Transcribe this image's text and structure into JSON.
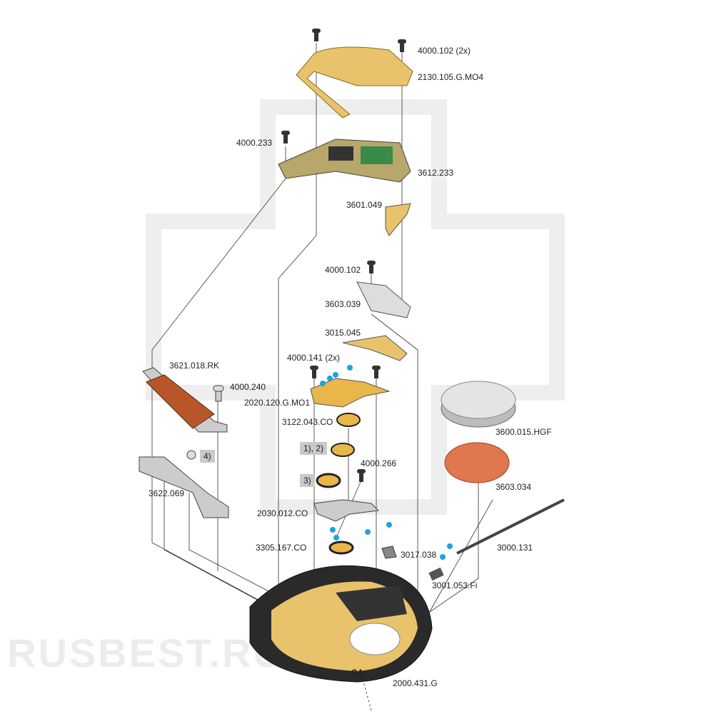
{
  "watermark": "RUSBEST.RU",
  "labels": {
    "screw_top": "4000.102 (2x)",
    "bridge": "2130.105.G.MO4",
    "screw_module": "4000.233",
    "module": "3612.233",
    "contact_spring": "3601.049",
    "screw_mid": "4000.102",
    "part_3603": "3603.039",
    "lever": "3015.045",
    "coil": "3621.018.RK",
    "screws_wheel_bridge": "4000.141 (2x)",
    "screw_coil": "4000.240",
    "wheel_bridge": "2020.120.G.MO1",
    "wheel_3122": "3122.043.CO",
    "note_12": "1), 2)",
    "note_4": "4)",
    "screw_266": "4000.266",
    "note_3": "3)",
    "coil_plate": "3622.069",
    "bridge_2030": "2030.012.CO",
    "battery": "3600.015.HGF",
    "insulator": "3603.034",
    "stem": "3000.131",
    "wheel_3305": "3305.167.CO",
    "part_3017": "3017.038",
    "crown_part": "3001.053.Fi",
    "mainplate_mark": "CA",
    "mainplate": "2000.431.G"
  },
  "colors": {
    "gold": "#e9b64a",
    "oil": "#1aa3e0",
    "copper": "#b8562a",
    "red": "#d9533a",
    "steel": "#c8c8c8"
  }
}
